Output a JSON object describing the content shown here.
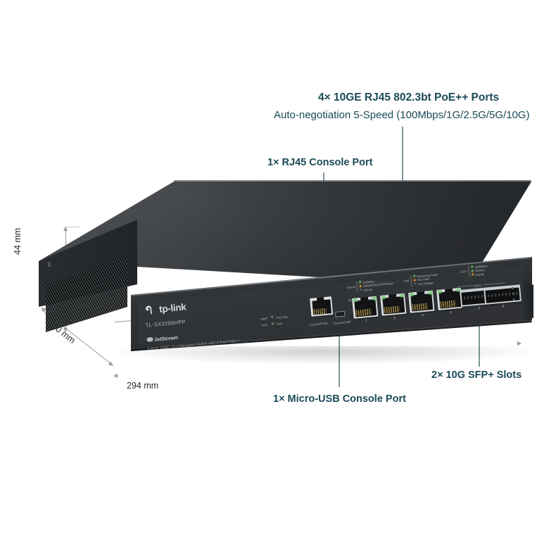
{
  "product": {
    "brand": "tp-link",
    "sub_brand": "JetStream",
    "model": "TL-SX3206HPP",
    "description": "6-Port 10GE L2+ Managed Switch with 4-Port PoE++"
  },
  "callouts": [
    {
      "id": "rj45-ports",
      "line1": "4× 10GE RJ45 802.3bt PoE++ Ports",
      "line2": "Auto-negotiation 5-Speed (100Mbps/1G/2.5G/5G/10G)"
    },
    {
      "id": "rj45-console",
      "line1": "1× RJ45 Console Port"
    },
    {
      "id": "microusb-console",
      "line1": "1× Micro-USB Console Port"
    },
    {
      "id": "sfp-slots",
      "line1": "2× 10G SFP+ Slots"
    }
  ],
  "dimensions": {
    "height": "44 mm",
    "depth": "180 mm",
    "width": "294 mm"
  },
  "leds": [
    {
      "label": "PWR"
    },
    {
      "label": "PoE Max"
    },
    {
      "label": "SYS"
    },
    {
      "label": "FAN"
    }
  ],
  "legends": {
    "speed": {
      "title": "Speed",
      "items": [
        "100Mbps",
        "1000M/10G/2.5G/5Gbps",
        "Activity"
      ]
    },
    "poe": {
      "title": "PoE",
      "items": [
        "Delivering Power",
        "PoE Fault",
        "Over Budget"
      ]
    },
    "sfp": {
      "title": "SFP+",
      "items": [
        "1000Mbps",
        "10Gbps",
        "Activity"
      ]
    }
  },
  "panel": {
    "speed_row_label": "Speed",
    "poe_row_label": "PoE",
    "sfp_row_label": "SFP+",
    "console_rj45_label": "Console/RJ45",
    "console_usb_label": "Console/USB",
    "rj45_ports": [
      {
        "number": "1"
      },
      {
        "number": "2"
      },
      {
        "number": "3"
      },
      {
        "number": "4"
      }
    ],
    "sfp_ports": [
      {
        "number": "5"
      },
      {
        "number": "6"
      }
    ]
  },
  "colors": {
    "callout_text": "#1b4a57",
    "callout_line": "#7d9698",
    "dimension_line": "#9a9a9a",
    "dimension_text": "#2b2b2b",
    "chassis_dark": "#2a2d30",
    "led_green": "#5fa45f",
    "led_amber": "#c48a2a"
  }
}
